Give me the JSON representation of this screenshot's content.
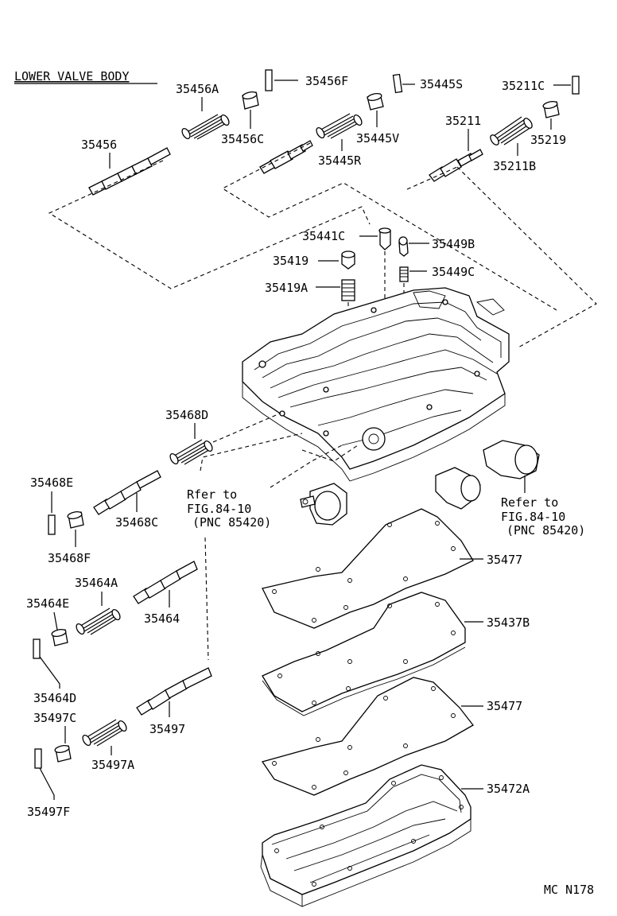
{
  "title": "LOWER VALVE BODY",
  "diagram_code": "MC N178",
  "refer_left": [
    "Rfer to",
    "FIG.84-10",
    "(PNC 85420)"
  ],
  "refer_right": [
    "Refer to",
    "FIG.84-10",
    "(PNC 85420)"
  ],
  "parts": {
    "p35456A": "35456A",
    "p35456F": "35456F",
    "p35445S": "35445S",
    "p35211C": "35211C",
    "p35456": "35456",
    "p35456C": "35456C",
    "p35445V": "35445V",
    "p35211": "35211",
    "p35219": "35219",
    "p35445R": "35445R",
    "p35211B": "35211B",
    "p35441C": "35441C",
    "p35449B": "35449B",
    "p35419": "35419",
    "p35449C": "35449C",
    "p35419A": "35419A",
    "p35468D": "35468D",
    "p35468E": "35468E",
    "p35468C": "35468C",
    "p35468F": "35468F",
    "p35464A": "35464A",
    "p35464E": "35464E",
    "p35464": "35464",
    "p35464D": "35464D",
    "p35497C": "35497C",
    "p35497": "35497",
    "p35497A": "35497A",
    "p35497F": "35497F",
    "p35477a": "35477",
    "p35437B": "35437B",
    "p35477b": "35477",
    "p35472A": "35472A"
  }
}
